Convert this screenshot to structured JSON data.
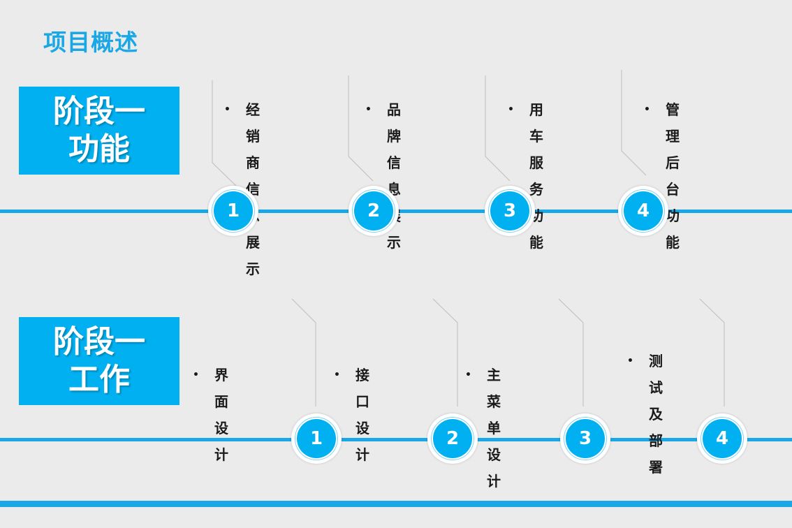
{
  "title": "项目概述",
  "colors": {
    "accent": "#00b0f0",
    "line": "#1aa7e6",
    "background": "#ebebeb"
  },
  "section1": {
    "label_line1": "阶段一",
    "label_line2": "功能",
    "steps": [
      {
        "number": "1",
        "text_line1": "经销商信息",
        "text_line2": "展示"
      },
      {
        "number": "2",
        "text_line1": "品牌信息展",
        "text_line2": "示"
      },
      {
        "number": "3",
        "text_line1": "用车服务功",
        "text_line2": "能"
      },
      {
        "number": "4",
        "text_line1": "管理后台功",
        "text_line2": "能"
      }
    ]
  },
  "section2": {
    "label_line1": "阶段一",
    "label_line2": "工作",
    "steps": [
      {
        "number": "1",
        "text_line1": "界面设计",
        "text_line2": ""
      },
      {
        "number": "2",
        "text_line1": "接口设计",
        "text_line2": ""
      },
      {
        "number": "3",
        "text_line1": "主菜单设计",
        "text_line2": ""
      },
      {
        "number": "4",
        "text_line1": "测试及",
        "text_line2": "部署"
      }
    ]
  }
}
